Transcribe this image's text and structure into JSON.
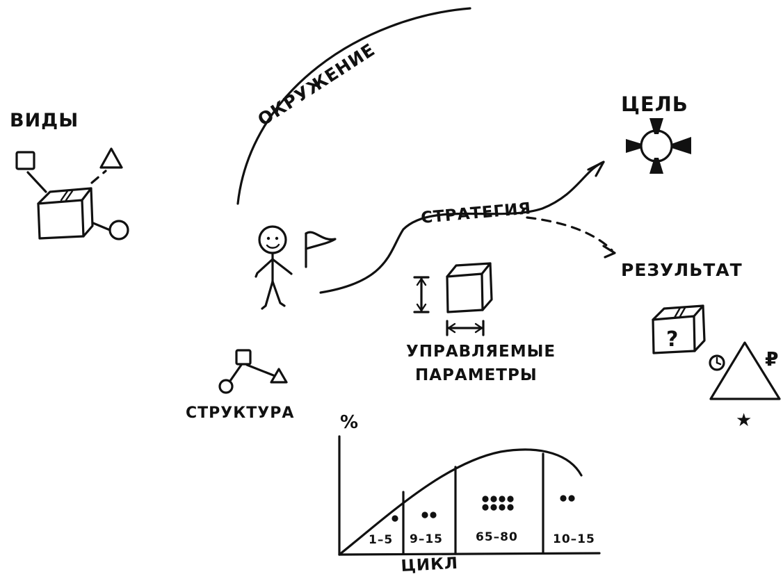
{
  "labels": {
    "environment": "ОКРУЖЕНИЕ",
    "types": "ВИДЫ",
    "goal": "ЦЕЛЬ",
    "strategy": "СТРАТЕГИЯ",
    "result": "РЕЗУЛЬТАТ",
    "controlled_params_line1": "УПРАВЛЯЕМЫЕ",
    "controlled_params_line2": "ПАРАМЕТРЫ",
    "structure": "СТРУКТУРА",
    "question_mark": "?",
    "ruble_sign": "₽",
    "star": "★"
  },
  "chart": {
    "y_axis_label": "%",
    "x_axis_label": "ЦИКЛ",
    "segments": [
      {
        "range": "1–5",
        "dots": 1
      },
      {
        "range": "9–15",
        "dots": 2
      },
      {
        "range": "65–80",
        "dots": 8
      },
      {
        "range": "10–15",
        "dots": 2
      }
    ]
  },
  "colors": {
    "ink": "#111111",
    "paper": "#ffffff"
  }
}
